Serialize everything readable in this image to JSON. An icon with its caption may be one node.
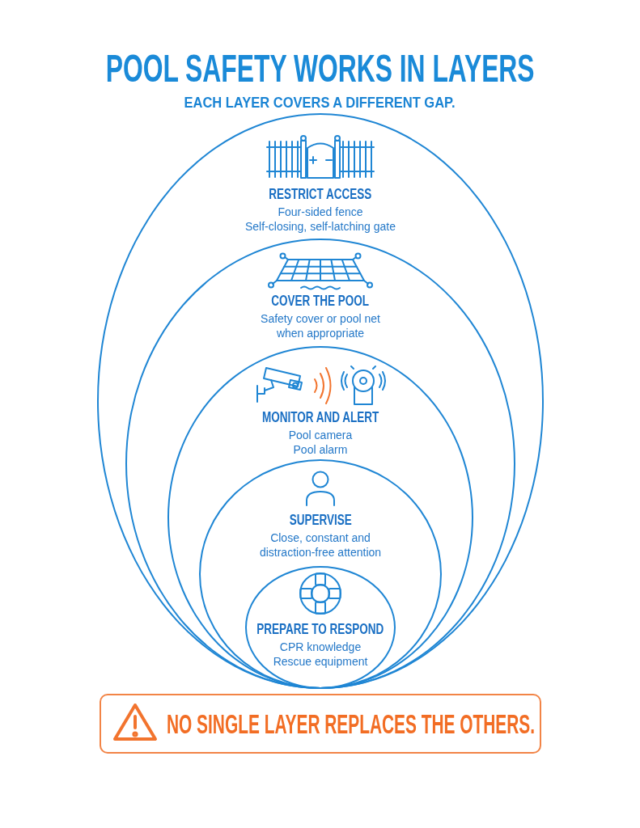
{
  "diagram": {
    "title": "POOL SAFETY WORKS IN LAYERS",
    "nodes": [
      {
        "text": [
          "RESTRICT ACCESS",
          "Four-sided fence",
          "Self-closing, self-latching gate"
        ]
      },
      {
        "text": [
          "COVER THE POOL",
          "Safety cover or pool net when appropriate"
        ],
        "in": 0
      },
      {
        "text": [
          "MONITOR AND ALERT",
          "Pool camera",
          "Pool alarm"
        ],
        "in": 1
      },
      {
        "text": [
          "SUPERVISE",
          "Close, constant and distraction-free attention"
        ],
        "in": 2
      },
      {
        "text": [
          "PREPARE TO RESPOND",
          "CPR knowledge",
          "Rescue equipment"
        ],
        "in": 3
      },
      {
        "text": [
          "NO SINGLE LAYER REPLACES THE OTHERS."
        ]
      }
    ],
    "labels": [
      "EACH LAYER COVERS A DIFFERENT GAP."
    ]
  }
}
